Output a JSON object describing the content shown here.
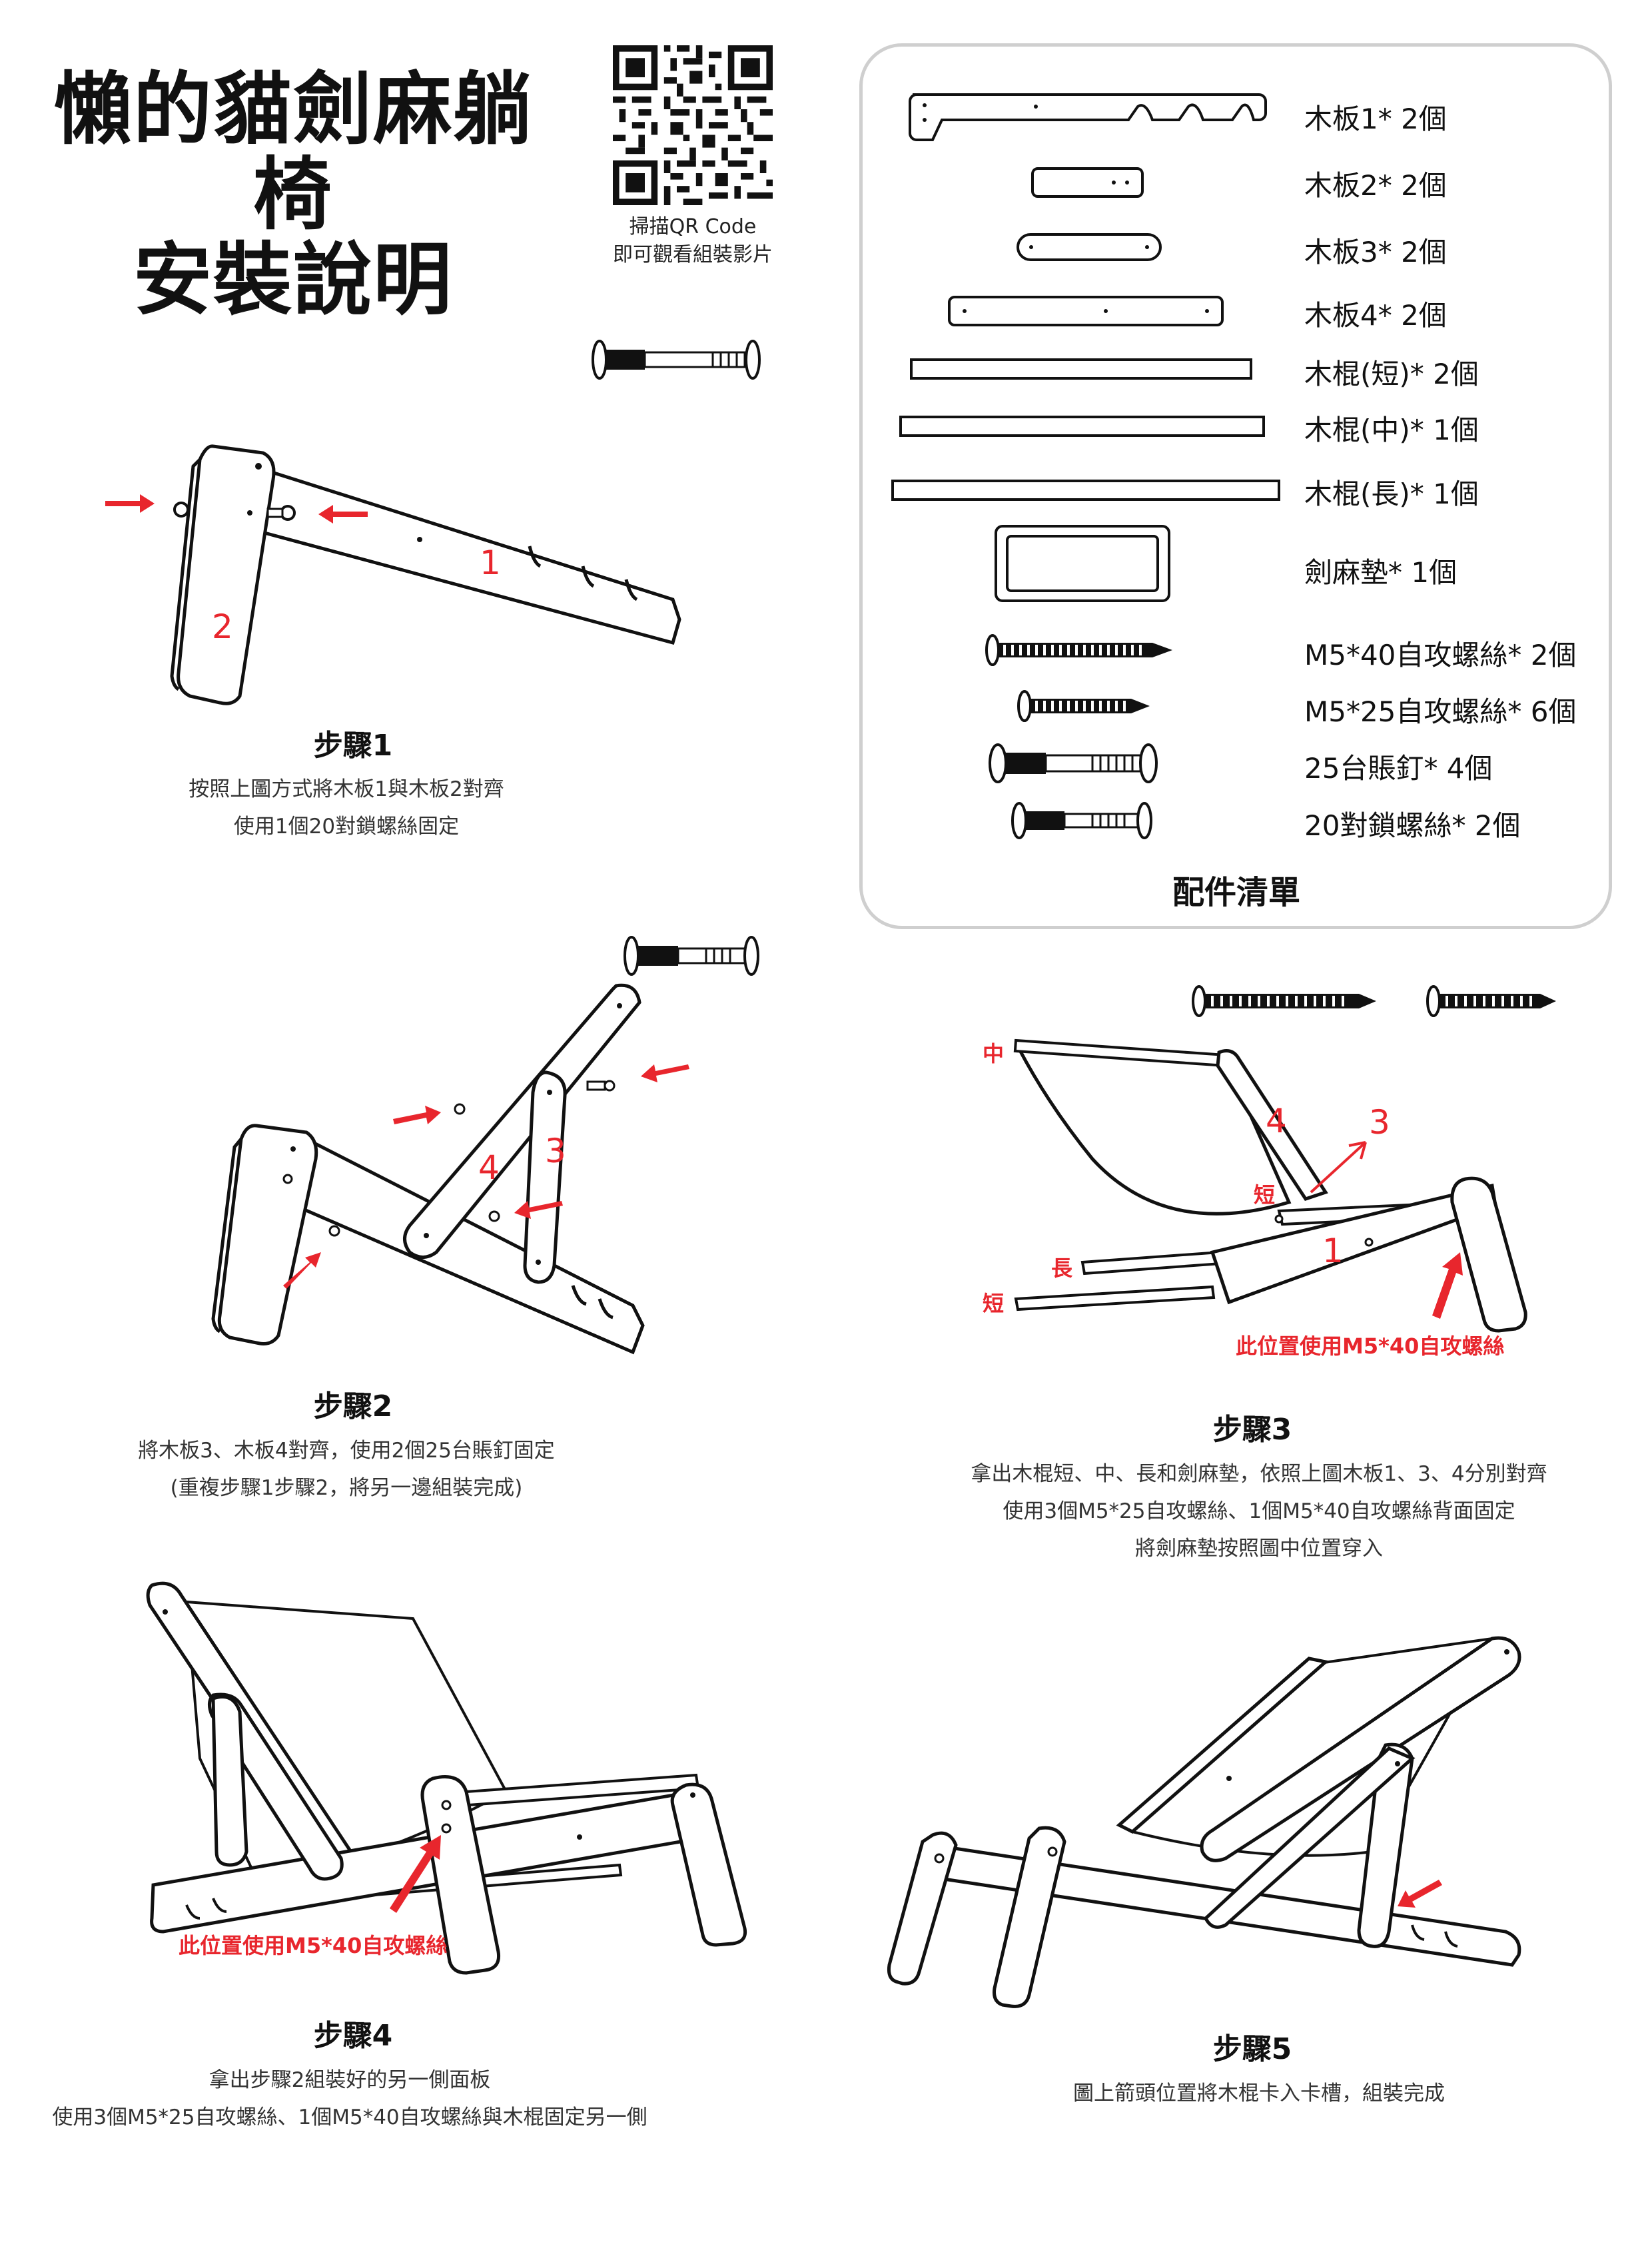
{
  "header": {
    "title_line1": "懶的貓劍麻躺椅",
    "title_line2": "安裝說明",
    "qr_caption_line1": "掃描QR Code",
    "qr_caption_line2": "即可觀看組裝影片"
  },
  "parts": {
    "heading": "配件清單",
    "items": [
      {
        "label": "木板1*  2個"
      },
      {
        "label": "木板2*  2個"
      },
      {
        "label": "木板3*  2個"
      },
      {
        "label": "木板4*  2個"
      },
      {
        "label": "木棍(短)*  2個"
      },
      {
        "label": "木棍(中)*  1個"
      },
      {
        "label": "木棍(長)*  1個"
      },
      {
        "label": "劍麻墊*  1個"
      },
      {
        "label": "M5*40自攻螺絲*  2個"
      },
      {
        "label": "M5*25自攻螺絲*  6個"
      },
      {
        "label": "25台賬釘*  4個"
      },
      {
        "label": "20對鎖螺絲*  2個"
      }
    ]
  },
  "steps": [
    {
      "title": "步驟1",
      "lines": [
        "按照上圖方式將木板1與木板2對齊",
        "使用1個20對鎖螺絲固定"
      ],
      "callouts": [
        "1",
        "2"
      ]
    },
    {
      "title": "步驟2",
      "lines": [
        "將木板3、木板4對齊，使用2個25台賬釘固定",
        "(重複步驟1步驟2，將另一邊組裝完成)"
      ],
      "callouts": [
        "4",
        "3"
      ]
    },
    {
      "title": "步驟3",
      "lines": [
        "拿出木棍短、中、長和劍麻墊，依照上圖木板1、3、4分別對齊",
        "使用3個M5*25自攻螺絲、1個M5*40自攻螺絲背面固定",
        "將劍麻墊按照圖中位置穿入"
      ],
      "callouts": [
        "中",
        "4",
        "3",
        "短",
        "1",
        "長",
        "短"
      ],
      "note": "此位置使用M5*40自攻螺絲"
    },
    {
      "title": "步驟4",
      "lines": [
        "拿出步驟2組裝好的另一側面板",
        "使用3個M5*25自攻螺絲、1個M5*40自攻螺絲與木棍固定另一側"
      ],
      "note": "此位置使用M5*40自攻螺絲"
    },
    {
      "title": "步驟5",
      "lines": [
        "圖上箭頭位置將木棍卡入卡槽，組裝完成"
      ]
    }
  ],
  "colors": {
    "accent_red": "#e8262d",
    "panel_border": "#cfcfcf",
    "text": "#111111"
  }
}
